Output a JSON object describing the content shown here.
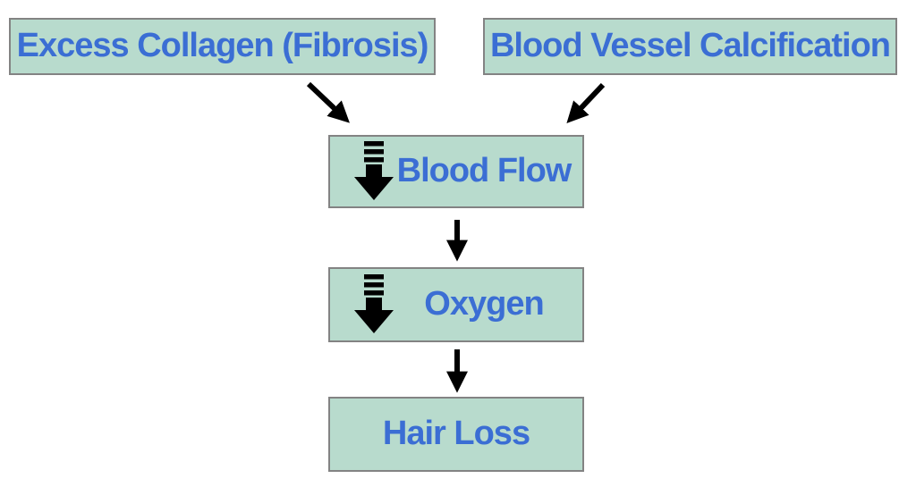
{
  "diagram": {
    "type": "flowchart",
    "background_color": "#ffffff",
    "box_fill_color": "#b8dbcd",
    "box_border_color": "#838383",
    "label_color": "#3b6ed4",
    "arrow_color": "#000000",
    "nodes": [
      {
        "id": "excess-collagen",
        "label": "Excess Collagen (Fibrosis)",
        "decrease_icon": false
      },
      {
        "id": "blood-vessel-calcification",
        "label": "Blood Vessel Calcification",
        "decrease_icon": false
      },
      {
        "id": "blood-flow",
        "label": "Blood Flow",
        "decrease_icon": true
      },
      {
        "id": "oxygen",
        "label": "Oxygen",
        "decrease_icon": true
      },
      {
        "id": "hair-loss",
        "label": "Hair Loss",
        "decrease_icon": false
      }
    ],
    "edges": [
      {
        "from": "excess-collagen",
        "to": "blood-flow",
        "style": "diagonal-down-right"
      },
      {
        "from": "blood-vessel-calcification",
        "to": "blood-flow",
        "style": "diagonal-down-left"
      },
      {
        "from": "blood-flow",
        "to": "oxygen",
        "style": "vertical"
      },
      {
        "from": "oxygen",
        "to": "hair-loss",
        "style": "vertical"
      }
    ],
    "icons": {
      "decrease": "decrease-arrow-icon"
    }
  }
}
